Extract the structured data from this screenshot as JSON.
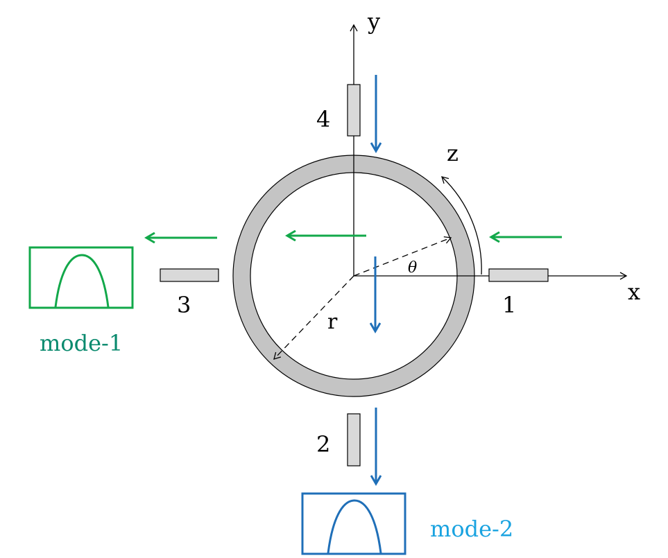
{
  "axes": {
    "x_label": "x",
    "y_label": "y",
    "z_label": "z",
    "theta_label": "θ",
    "r_label": "r"
  },
  "ports": [
    {
      "id": "port-1",
      "label": "1"
    },
    {
      "id": "port-2",
      "label": "2"
    },
    {
      "id": "port-3",
      "label": "3"
    },
    {
      "id": "port-4",
      "label": "4"
    }
  ],
  "modes": [
    {
      "id": "mode-1",
      "label": "mode-1",
      "color": "#0a8a6e",
      "box_color": "#12a84a"
    },
    {
      "id": "mode-2",
      "label": "mode-2",
      "color": "#1aa3e0",
      "box_color": "#1f6fb8"
    }
  ],
  "colors": {
    "green_arrow": "#12a84a",
    "blue_arrow": "#1f6fb8",
    "ring_fill": "#c4c4c4",
    "port_fill": "#d9d9d9"
  }
}
